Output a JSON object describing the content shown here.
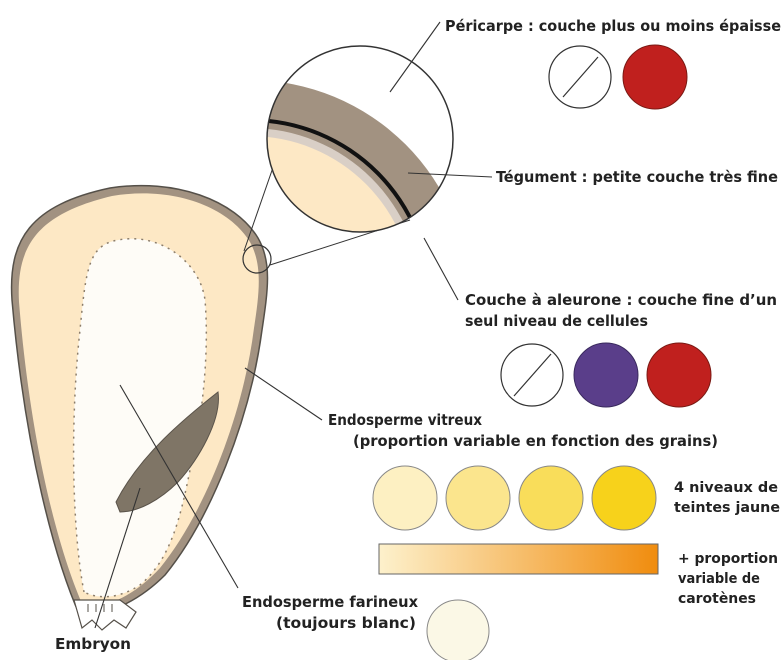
{
  "labels": {
    "pericarpe": "Péricarpe : couche plus ou moins épaisse",
    "tegument": "Tégument : petite couche très fine",
    "aleurone_line1": "Couche à aleurone : couche fine d’un",
    "aleurone_line2": "seul niveau de cellules",
    "vitreux_line1": "Endosperme vitreux",
    "vitreux_line2": "(proportion variable en fonction des grains)",
    "jaune_line1": "4 niveaux de",
    "jaune_line2": "teintes jaune",
    "carotenes_line1": "+ proportion",
    "carotenes_line2": "variable de",
    "carotenes_line3": "carotènes",
    "farineux_line1": "Endosperme farineux",
    "farineux_line2": "(toujours blanc)",
    "embryon": "Embryon"
  },
  "colors": {
    "pericarpe_swatches": [
      "#ffffff",
      "#c0201e"
    ],
    "aleurone_swatches": [
      "#ffffff",
      "#5a3e8a",
      "#c0201e"
    ],
    "jaune_swatches": [
      "#fdf0c2",
      "#fbe58d",
      "#f9dd5a",
      "#f7d21b"
    ],
    "gradient": [
      "#fdf1cc",
      "#f08c0e"
    ],
    "farineux_swatch": "#fbf8e6",
    "endosperm_vitreux": "#fde8c5",
    "endosperm_farineux": "#fefcf7",
    "pericarp_layer": "#a29281",
    "embryo": "#7f7566"
  }
}
